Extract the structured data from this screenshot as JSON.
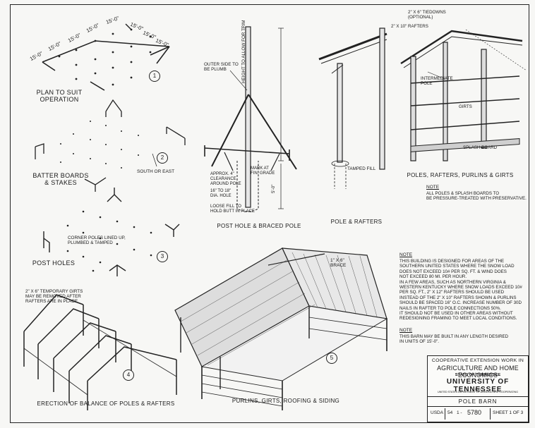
{
  "figures": [
    {
      "id": "1",
      "caption": "PLAN TO SUIT\nOPERATION",
      "labels": [
        "15'-0\"",
        "15'-0\"",
        "15'-0\"",
        "15'-0\"",
        "15'-0\"",
        "15'-0\"",
        "15'-0\"",
        "15'-0\""
      ]
    },
    {
      "id": "2",
      "caption": "BATTER BOARDS\n& STAKES",
      "labels": [
        "SOUTH OR EAST"
      ]
    },
    {
      "id": "3",
      "caption": "POST HOLES",
      "labels": [
        "CORNER POLES LINED UP,\nPLUMBED & TAMPED"
      ]
    },
    {
      "id": "4",
      "caption": "ERECTION OF BALANCE OF POLES & RAFTERS",
      "labels": [
        "2\" X 6\" TEMPORARY GIRTS\nMAY BE REMOVED AFTER\nRAFTERS ARE IN PLACE"
      ]
    },
    {
      "id": "5",
      "caption": "PURLINS, GIRTS, ROOFING & SIDING",
      "labels": [
        "1\" X 6\"\nBRACE"
      ]
    },
    {
      "id": "post-hole",
      "caption": "POST HOLE & BRACED POLE",
      "labels": [
        "OUTER SIDE TO\nBE PLUMB",
        "HEIGHT TO ALLOW FOR TRIM",
        "MARK AT\nFIN. GRADE",
        "APPROX. 4\"\nCLEARANCE\nAROUND POLE",
        "16\" TO 18\"\nDIA. HOLE",
        "LOOSE FILL TO\nHOLD BUTT IN PLACE",
        "5'-0\""
      ]
    },
    {
      "id": "pole-rafters",
      "caption": "POLE & RAFTERS",
      "labels": [
        "TAMPED FILL"
      ]
    },
    {
      "id": "poles-rafters-purlins",
      "caption": "POLES, RAFTERS, PURLINS & GIRTS",
      "labels": [
        "2\" X 6\" TIEDOWNS\n(OPTIONAL)",
        "2\" X 10\" RAFTERS",
        "INTERMEDIATE\nPOLE",
        "GIRTS",
        "SPLASH BOARD"
      ]
    }
  ],
  "notes": [
    {
      "heading": "NOTE",
      "text": "ALL POLES & SPLASH BOARDS TO\nBE PRESSURE-TREATED WITH PRESERVATIVE."
    },
    {
      "heading": "NOTE",
      "text": "THIS BUILDING IS DESIGNED FOR AREAS OF THE\nSOUTHERN UNITED STATES WHERE THE SNOW LOAD\nDOES NOT EXCEED 10# PER SQ. FT. & WIND DOES\nNOT EXCEED 80 MI. PER HOUR.\nIN A FEW AREAS, SUCH AS NORTHERN VIRGINIA &\nWESTERN KENTUCKY WHERE SNOW LOADS EXCEED 10#\nPER SQ. FT., 2\" X 12\" RAFTERS SHOULD BE USED\nINSTEAD OF THE 2\" X 10\" RAFTERS SHOWN & PURLINS\nSHOULD BE SPACED 16\" O.C. INCREASE NUMBER OF 30d\nNAILS IN RAFTER TO POLE CONNECTIONS 50%.\nIT SHOULD NOT BE USED IN OTHER AREAS WITHOUT\nREDESIGNING FRAMING TO MEET LOCAL CONDITIONS."
    },
    {
      "heading": "NOTE",
      "text": "THIS BARN MAY BE BUILT IN ANY LENGTH DESIRED\nIN UNITS OF 15'-0\"."
    }
  ],
  "title_block": {
    "line1": "COOPERATIVE EXTENSION WORK IN",
    "line2": "AGRICULTURE AND HOME ECONOMICS",
    "line3": "STATE OF TENNESSEE",
    "line4": "UNIVERSITY OF TENNESSEE",
    "line5": "AND",
    "line6": "UNITED STATES DEPARTMENT OF AGRICULTURE COOPERATING",
    "title": "POLE BARN",
    "agency": "USDA",
    "num_a": "54",
    "num_b": "1 -",
    "plan_number": "5780",
    "sheet": "SHEET 1 OF 3"
  }
}
